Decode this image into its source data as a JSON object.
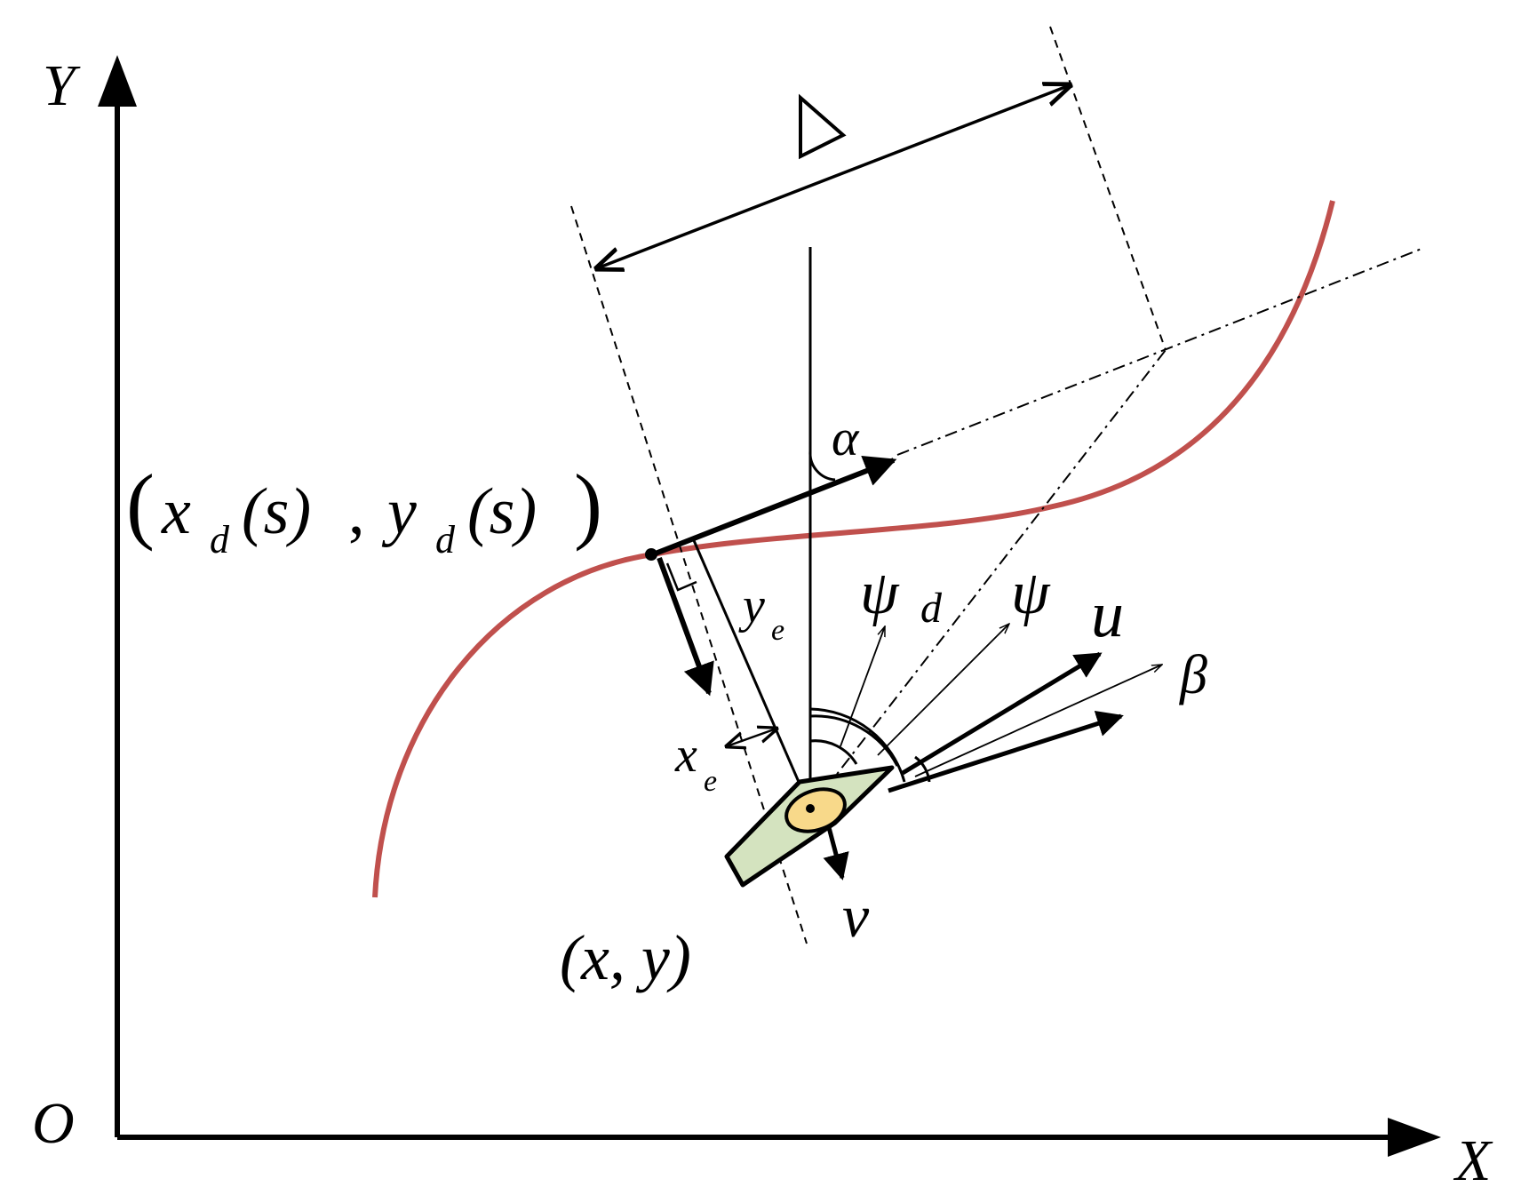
{
  "axes": {
    "y_label": "Y",
    "x_label": "X",
    "origin_label": "O"
  },
  "labels": {
    "delta": "Δ",
    "alpha": "α",
    "desired_point": {
      "x_sym": "x",
      "x_sub": "d",
      "arg_x": "(s)",
      "comma": ",",
      "y_sym": "y",
      "y_sub": "d",
      "arg_y": "(s)"
    },
    "ye_sym": "y",
    "ye_sub": "e",
    "xe_sym": "x",
    "xe_sub": "e",
    "psi_d_sym": "ψ",
    "psi_d_sub": "d",
    "psi": "ψ",
    "u": "u",
    "beta": "β",
    "v": "v",
    "vehicle_position": "(x, y)"
  },
  "colors": {
    "path_curve": "#c0504d",
    "vehicle_body": "#d4e3bf",
    "vehicle_inner": "#f8d98a",
    "ink": "#000000"
  }
}
